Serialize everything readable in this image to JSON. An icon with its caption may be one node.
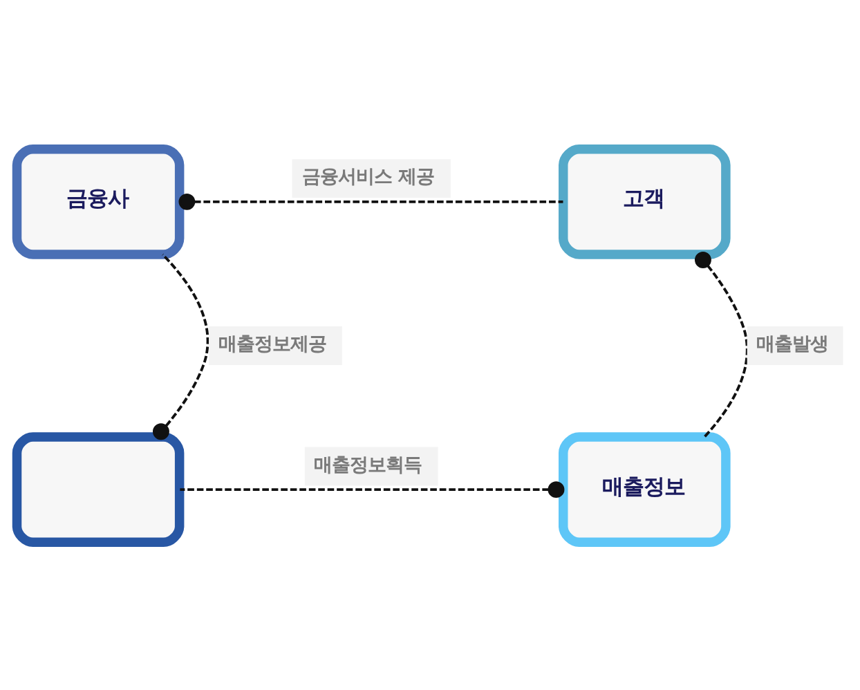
{
  "diagram": {
    "nodes": [
      {
        "text": [
          "금융사"
        ]
      },
      {
        "text": [
          "고객"
        ]
      },
      {
        "text": [
          "매출정보"
        ]
      },
      {
        "text": [],
        "shape": "box"
      }
    ],
    "edges": [
      {
        "from": 0,
        "to": 1,
        "arrow": "other",
        "label": "금융서비스 제공",
        "style": "dashed"
      },
      {
        "from": 1,
        "to": 2,
        "arrow": "other",
        "label": "매출발생",
        "style": "dashed"
      },
      {
        "from": 2,
        "to": 3,
        "arrow": "other",
        "label": "매출정보획득",
        "style": "dashed"
      },
      {
        "from": 3,
        "to": 0,
        "arrow": "other",
        "label": "매출정보제공",
        "style": "dashed"
      }
    ]
  }
}
